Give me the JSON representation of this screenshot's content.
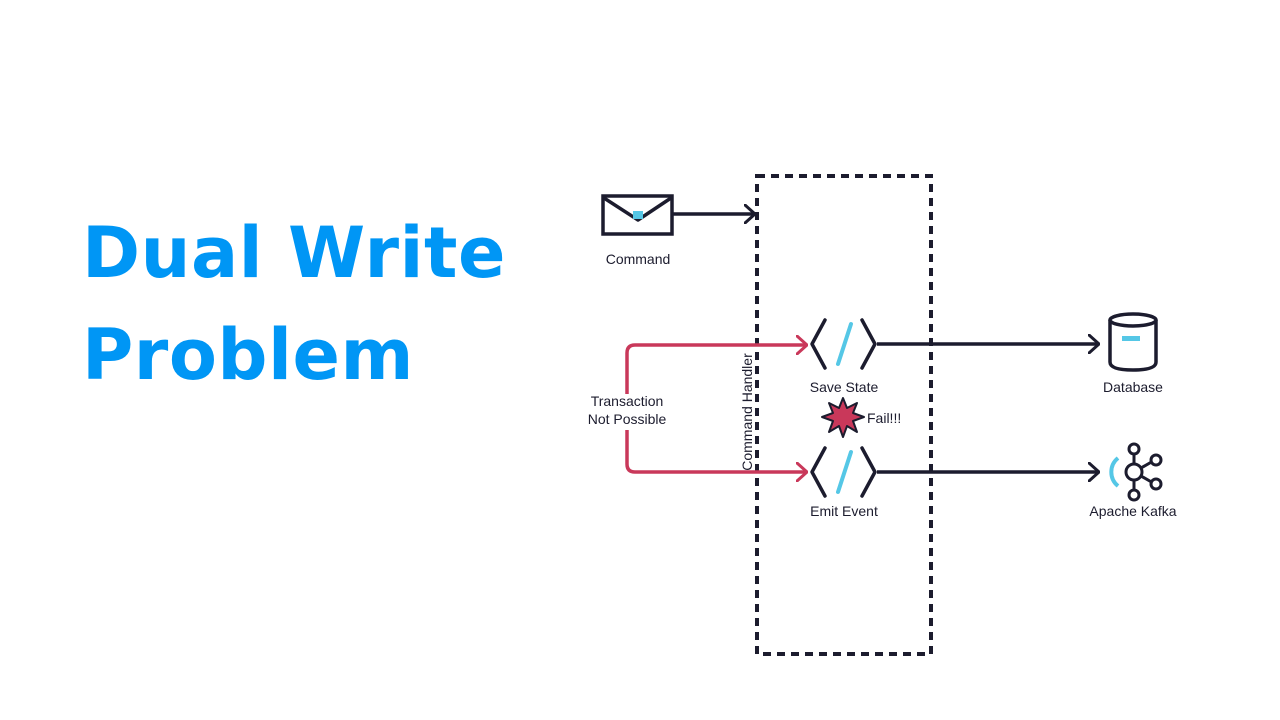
{
  "title": {
    "line1": "Dual Write",
    "line2": "Problem"
  },
  "nodes": {
    "command": "Command",
    "command_handler": "Command Handler",
    "transaction_note_line1": "Transaction",
    "transaction_note_line2": "Not Possible",
    "save_state": "Save State",
    "fail": "Fail!!!",
    "emit_event": "Emit Event",
    "database": "Database",
    "kafka": "Apache Kafka"
  },
  "colors": {
    "title": "#0096f5",
    "line": "#1c1c2e",
    "error": "#c9385a",
    "accent": "#55c7e6"
  },
  "icons": [
    "envelope-icon",
    "code-brackets-icon",
    "explosion-icon",
    "database-icon",
    "kafka-icon"
  ]
}
